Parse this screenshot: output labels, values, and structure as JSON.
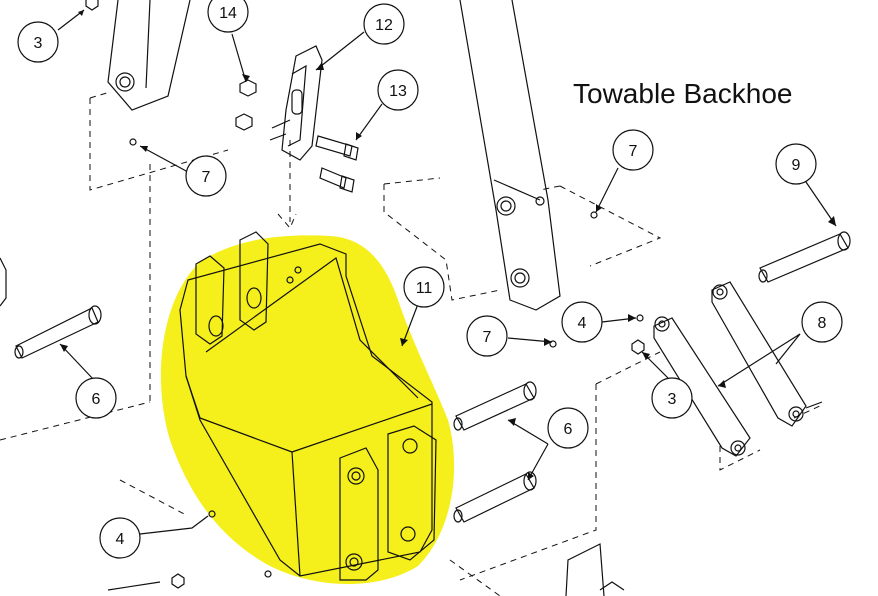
{
  "diagram": {
    "title": "Towable Backhoe",
    "highlight_color": "#f5ef1c",
    "callouts": [
      {
        "id": "callout-3-top",
        "label": "3"
      },
      {
        "id": "callout-14",
        "label": "14"
      },
      {
        "id": "callout-12",
        "label": "12"
      },
      {
        "id": "callout-13",
        "label": "13"
      },
      {
        "id": "callout-7-left",
        "label": "7"
      },
      {
        "id": "callout-7-right",
        "label": "7"
      },
      {
        "id": "callout-9",
        "label": "9"
      },
      {
        "id": "callout-11",
        "label": "11"
      },
      {
        "id": "callout-7-center",
        "label": "7"
      },
      {
        "id": "callout-4-right",
        "label": "4"
      },
      {
        "id": "callout-8",
        "label": "8"
      },
      {
        "id": "callout-6-left",
        "label": "6"
      },
      {
        "id": "callout-3-right",
        "label": "3"
      },
      {
        "id": "callout-6-right",
        "label": "6"
      },
      {
        "id": "callout-4-bottom",
        "label": "4"
      }
    ]
  }
}
